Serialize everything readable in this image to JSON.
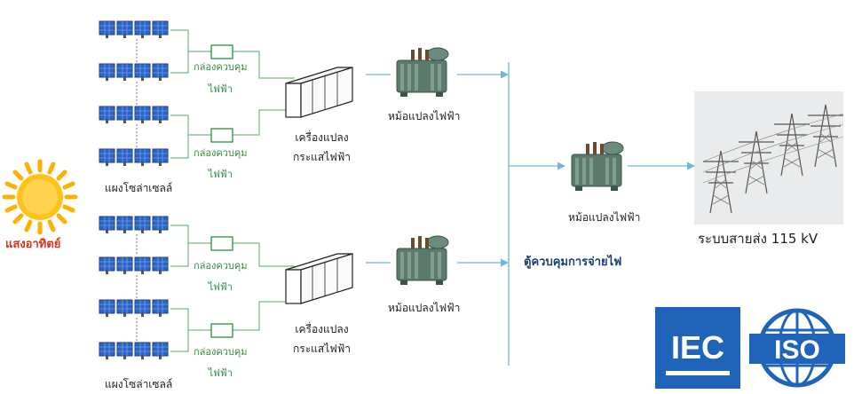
{
  "labels": {
    "sun": "แสงอาทิตย์",
    "panels": "แผงโซล่าเซลล์",
    "combiner_line1": "กล่องควบคุม",
    "combiner_line2": "ไฟฟ้า",
    "inverter_line1": "เครื่องแปลง",
    "inverter_line2": "กระแสไฟฟ้า",
    "transformer": "หม้อแปลงไฟฟ้า",
    "switchgear": "ตู้ควบคุมการจ่ายไฟ",
    "grid": "ระบบสายส่ง 115 kV"
  },
  "logos": {
    "iec": "IEC",
    "iso": "ISO"
  },
  "colors": {
    "wire_green": "#6fbf7f",
    "wire_blue": "#6fb7d3",
    "panel_blue": "#2a64c8",
    "panel_frame": "#1b3f8c",
    "sun_core": "#ffc21a",
    "sun_ray": "#ffb000",
    "iec_blue": "#1f64b8",
    "iso_blue": "#1f64b8"
  }
}
